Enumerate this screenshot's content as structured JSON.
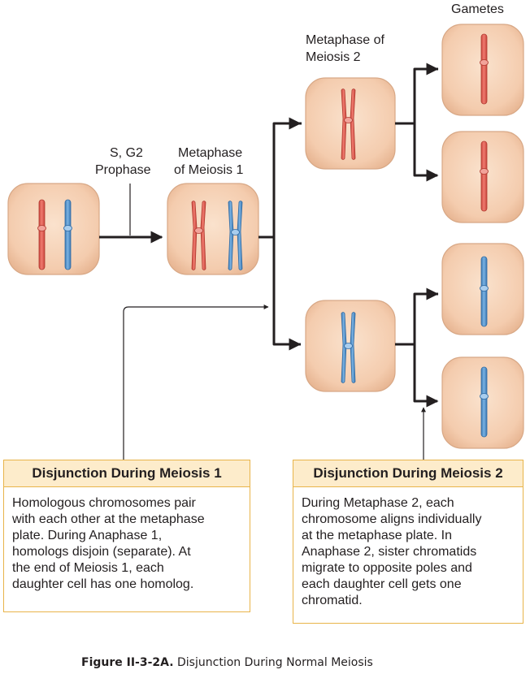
{
  "labels": {
    "gametes": "Gametes",
    "metaphase_meiosis2": [
      "Metaphase of",
      "Meiosis 2"
    ],
    "s_g2_prophase": [
      "S, G2",
      "Prophase"
    ],
    "metaphase_meiosis1": [
      "Metaphase",
      "of Meiosis 1"
    ]
  },
  "box1": {
    "title": "Disjunction During Meiosis 1",
    "lines": [
      "Homologous chromosomes pair",
      "with each other at the metaphase",
      "plate. During Anaphase 1,",
      "homologs disjoin (separate). At",
      "the end of Meiosis 1, each",
      "daughter cell has one homolog."
    ]
  },
  "box2": {
    "title": "Disjunction During Meiosis 2",
    "lines": [
      "During Metaphase 2, each",
      "chromosome aligns individually",
      "at the metaphase plate. In",
      "Anaphase 2, sister chromatids",
      "migrate to opposite poles and",
      "each daughter cell gets one",
      "chromatid."
    ]
  },
  "caption": {
    "figure": "Figure II-3-2A.",
    "text": "Disjunction During Normal Meiosis"
  },
  "colors": {
    "cell_fill": "#f6d5b9",
    "cell_stroke": "#d8a886",
    "chrom_red": "#e05a4f",
    "chrom_blue": "#4f90cc",
    "box_border": "#e8b44a",
    "box_header": "#fdeccb"
  }
}
